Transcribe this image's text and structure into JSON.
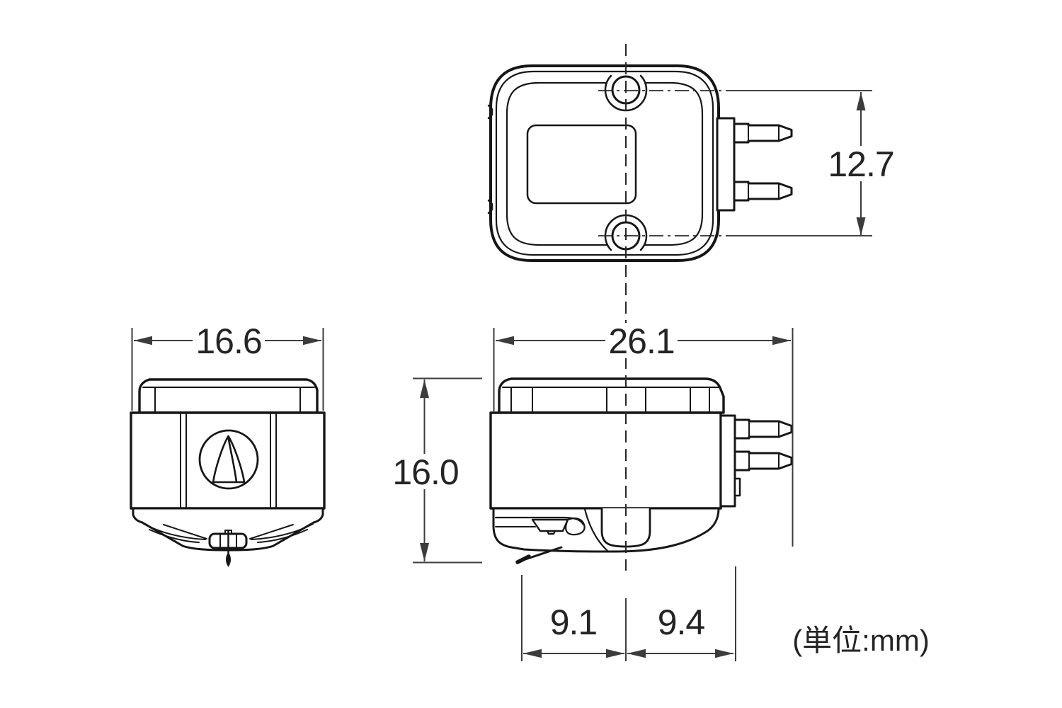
{
  "drawing": {
    "type": "three-view-dimension-drawing",
    "unit_note": "(単位:mm)",
    "colors": {
      "background": "#ffffff",
      "outline": "#161616",
      "dimension": "#3c3c3c",
      "text": "#242424"
    },
    "dimensions": {
      "terminal_pin_pitch": "12.7",
      "front_width": "16.6",
      "overall_length": "26.1",
      "overall_height": "16.0",
      "stylus_to_center": "9.1",
      "center_to_terminal": "9.4"
    }
  }
}
